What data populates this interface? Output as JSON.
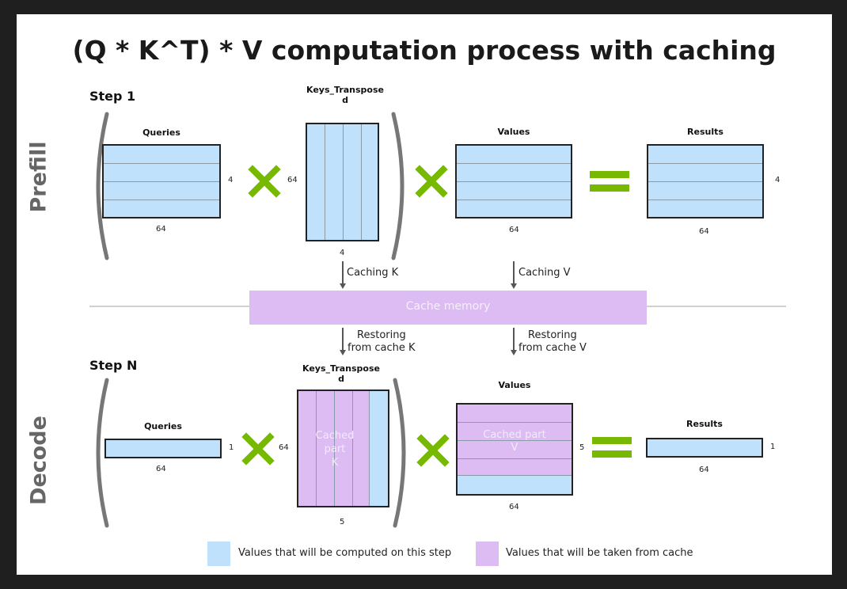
{
  "title": "(Q * K^T) * V computation process with caching",
  "sections": {
    "prefill": "Prefill",
    "decode": "Decode"
  },
  "step1": {
    "label": "Step 1",
    "queries": {
      "label": "Queries",
      "rows": "4",
      "cols": "64"
    },
    "keys": {
      "label_line1": "Keys_Transpose",
      "label_line2": "d",
      "rows": "64",
      "cols": "4"
    },
    "values": {
      "label": "Values",
      "cols": "64"
    },
    "results": {
      "label": "Results",
      "rows": "4",
      "cols": "64"
    }
  },
  "cache": {
    "caching_k": "Caching K",
    "caching_v": "Caching V",
    "memory_label": "Cache memory",
    "restoring_k_line1": "Restoring",
    "restoring_k_line2": "from cache K",
    "restoring_v_line1": "Restoring",
    "restoring_v_line2": "from cache V"
  },
  "stepN": {
    "label": "Step N",
    "queries": {
      "label": "Queries",
      "rows": "1",
      "cols": "64"
    },
    "keys": {
      "label_line1": "Keys_Transpose",
      "label_line2": "d",
      "rows": "64",
      "cols": "5",
      "cached_l1": "Cached",
      "cached_l2": "part",
      "cached_l3": "K"
    },
    "values": {
      "label": "Values",
      "rows": "5",
      "cols": "64",
      "cached_l1": "Cached part",
      "cached_l2": "V"
    },
    "results": {
      "label": "Results",
      "rows": "1",
      "cols": "64"
    }
  },
  "legend": {
    "computed": "Values that will be computed on this step",
    "cached": "Values that will be taken from cache"
  },
  "colors": {
    "computed": "#bfe1fc",
    "cached": "#dcbcf2",
    "operator": "#76b900"
  }
}
